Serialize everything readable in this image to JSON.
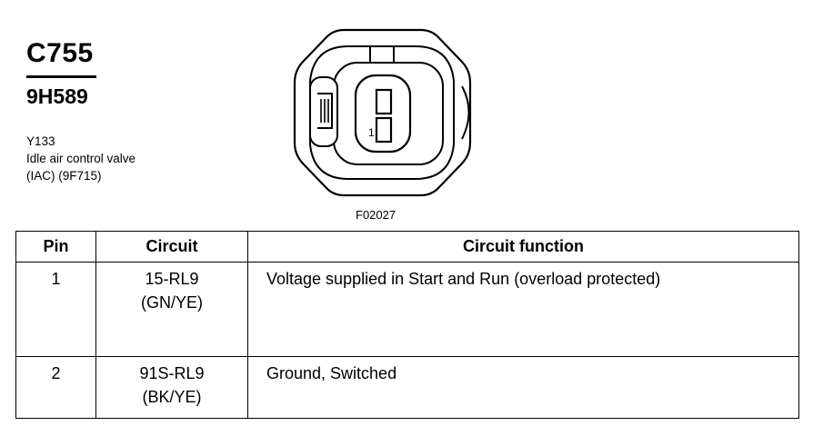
{
  "connector": {
    "id": "C755",
    "part_number": "9H589",
    "description": [
      "Y133",
      "Idle air control valve",
      "(IAC) (9F715)"
    ]
  },
  "diagram": {
    "figure_code": "F02027",
    "pin_label": "1"
  },
  "table": {
    "headers": {
      "pin": "Pin",
      "circuit": "Circuit",
      "function": "Circuit function"
    },
    "rows": [
      {
        "pin": "1",
        "circuit": "15-RL9",
        "color": "(GN/YE)",
        "function": "Voltage supplied in Start and Run (overload protected)"
      },
      {
        "pin": "2",
        "circuit": "91S-RL9",
        "color": "(BK/YE)",
        "function": "Ground, Switched"
      }
    ]
  }
}
